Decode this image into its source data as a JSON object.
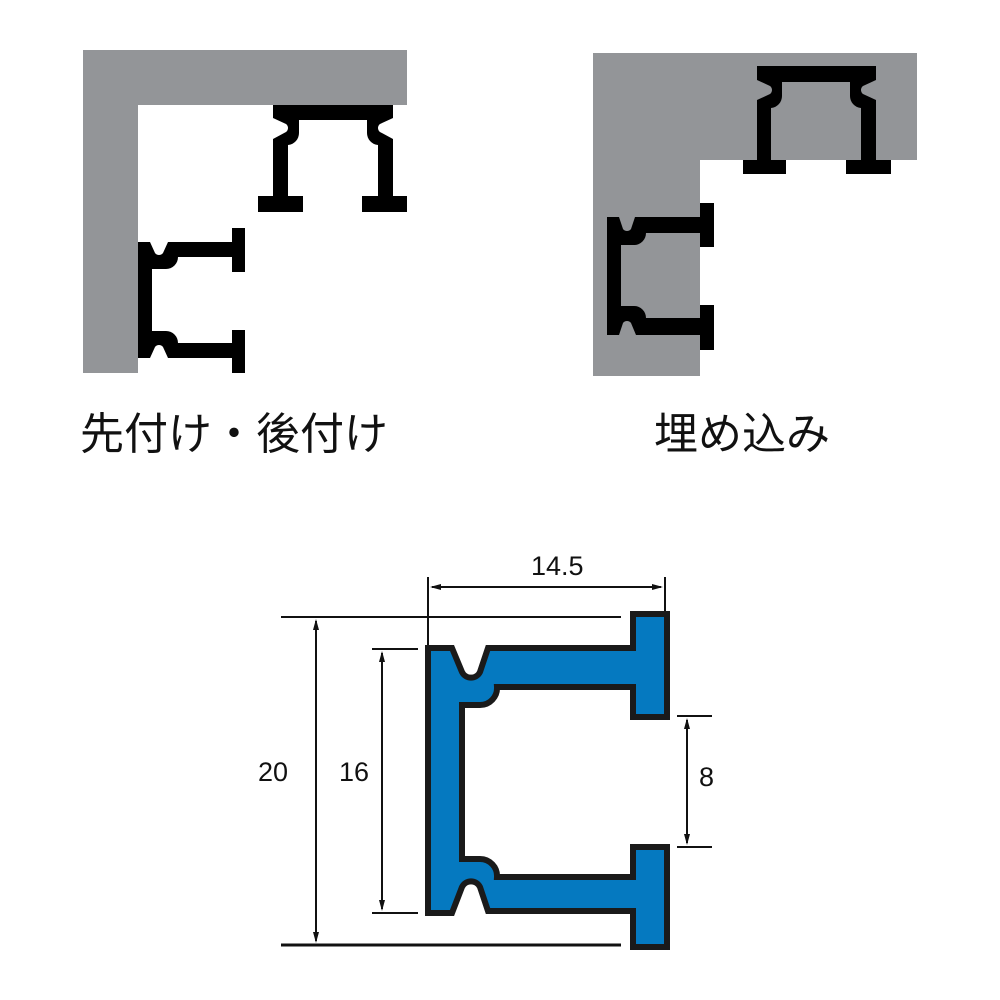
{
  "panels": {
    "surface_mount": {
      "caption": "先付け・後付け",
      "wall_color": "#939598",
      "profile_color": "#000000"
    },
    "recessed": {
      "caption": "埋め込み",
      "wall_color": "#939598",
      "profile_color": "#000000"
    }
  },
  "detail": {
    "profile_fill": "#0579c0",
    "profile_stroke": "#1a1a1a",
    "dimensions": {
      "width": "14.5",
      "total_height": "20",
      "body_height": "16",
      "opening": "8"
    }
  }
}
